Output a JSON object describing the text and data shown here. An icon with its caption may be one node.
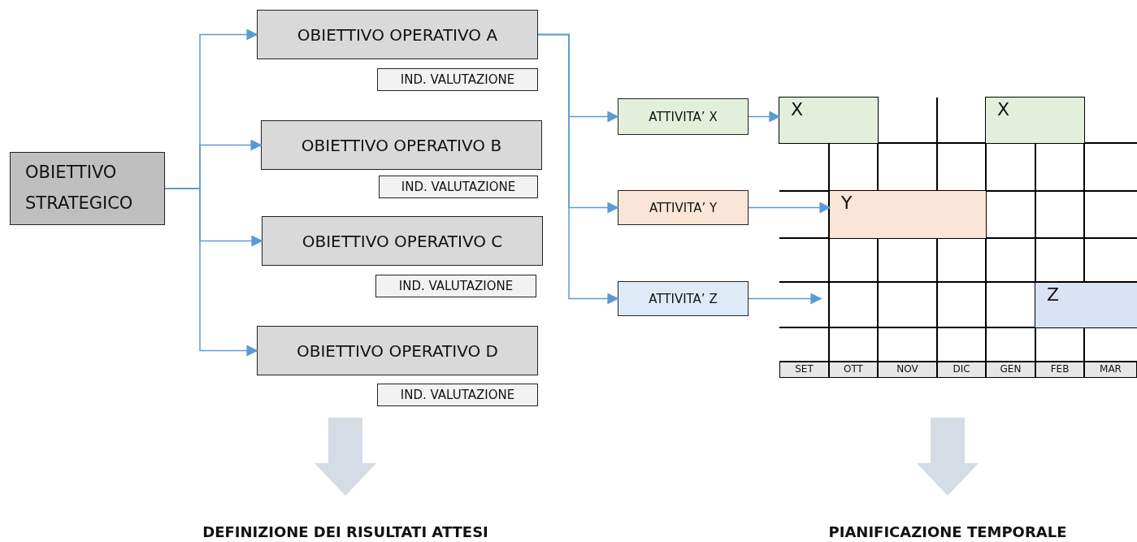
{
  "diagram": {
    "nodes": [
      {
        "text": [
          "OBIETTIVO STRATEGICO"
        ]
      },
      {
        "text": [
          "OBIETTIVO OPERATIVO A"
        ]
      },
      {
        "text": [
          "IND. VALUTAZIONE"
        ]
      },
      {
        "text": [
          "OBIETTIVO OPERATIVO B"
        ]
      },
      {
        "text": [
          "IND. VALUTAZIONE"
        ]
      },
      {
        "text": [
          "OBIETTIVO OPERATIVO C"
        ]
      },
      {
        "text": [
          "IND. VALUTAZIONE"
        ]
      },
      {
        "text": [
          "OBIETTIVO OPERATIVO D"
        ]
      },
      {
        "text": [
          "IND. VALUTAZIONE"
        ]
      },
      {
        "text": [
          "ATTIVITA’ X"
        ]
      },
      {
        "text": [
          "ATTIVITA’ Y"
        ]
      },
      {
        "text": [
          "ATTIVITA’ Z"
        ]
      },
      {
        "text": [
          "X"
        ]
      },
      {
        "text": [
          "X"
        ]
      },
      {
        "text": [
          "Y"
        ]
      },
      {
        "text": [
          "Z"
        ]
      }
    ],
    "edges": [
      {
        "from": 0,
        "to": 1,
        "arrow": "to"
      },
      {
        "from": 0,
        "to": 3,
        "arrow": "to"
      },
      {
        "from": 0,
        "to": 5,
        "arrow": "to"
      },
      {
        "from": 0,
        "to": 7,
        "arrow": "to"
      },
      {
        "from": 1,
        "to": 9,
        "arrow": "to"
      },
      {
        "from": 1,
        "to": 10,
        "arrow": "to"
      },
      {
        "from": 1,
        "to": 11,
        "arrow": "to"
      },
      {
        "from": 9,
        "to": 12,
        "arrow": "to"
      },
      {
        "from": 10,
        "to": 14,
        "arrow": "to"
      },
      {
        "from": 11,
        "to": null,
        "arrow": "to"
      }
    ],
    "labels": [
      "SET",
      "OTT",
      "NOV",
      "DIC",
      "GEN",
      "FEB",
      "MAR",
      "DEFINIZIONE DEI RISULTATI ATTESI",
      "PIANIFICAZIONE TEMPORALE"
    ]
  }
}
